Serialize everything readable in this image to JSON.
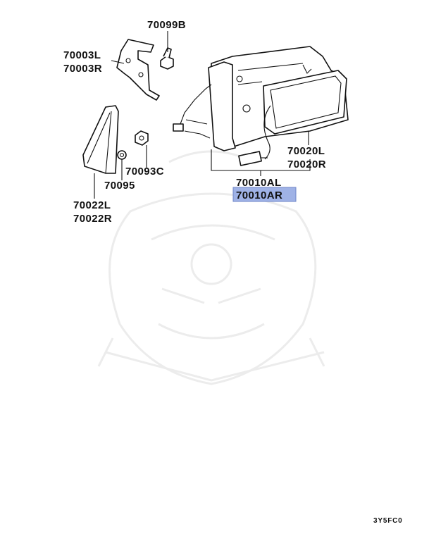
{
  "parts": {
    "p70099b": "70099B",
    "p70003l": "70003L",
    "p70003r": "70003R",
    "p70093c": "70093C",
    "p70095": "70095",
    "p70022l": "70022L",
    "p70022r": "70022R",
    "p70020l": "70020L",
    "p70020r": "70020R",
    "p70010al": "70010AL",
    "p70010ar": "70010AR"
  },
  "highlight_color": "#9fb2e6",
  "diagram_code": "3Y5FC0",
  "watermark_icon": "samurai-helmet-icon"
}
